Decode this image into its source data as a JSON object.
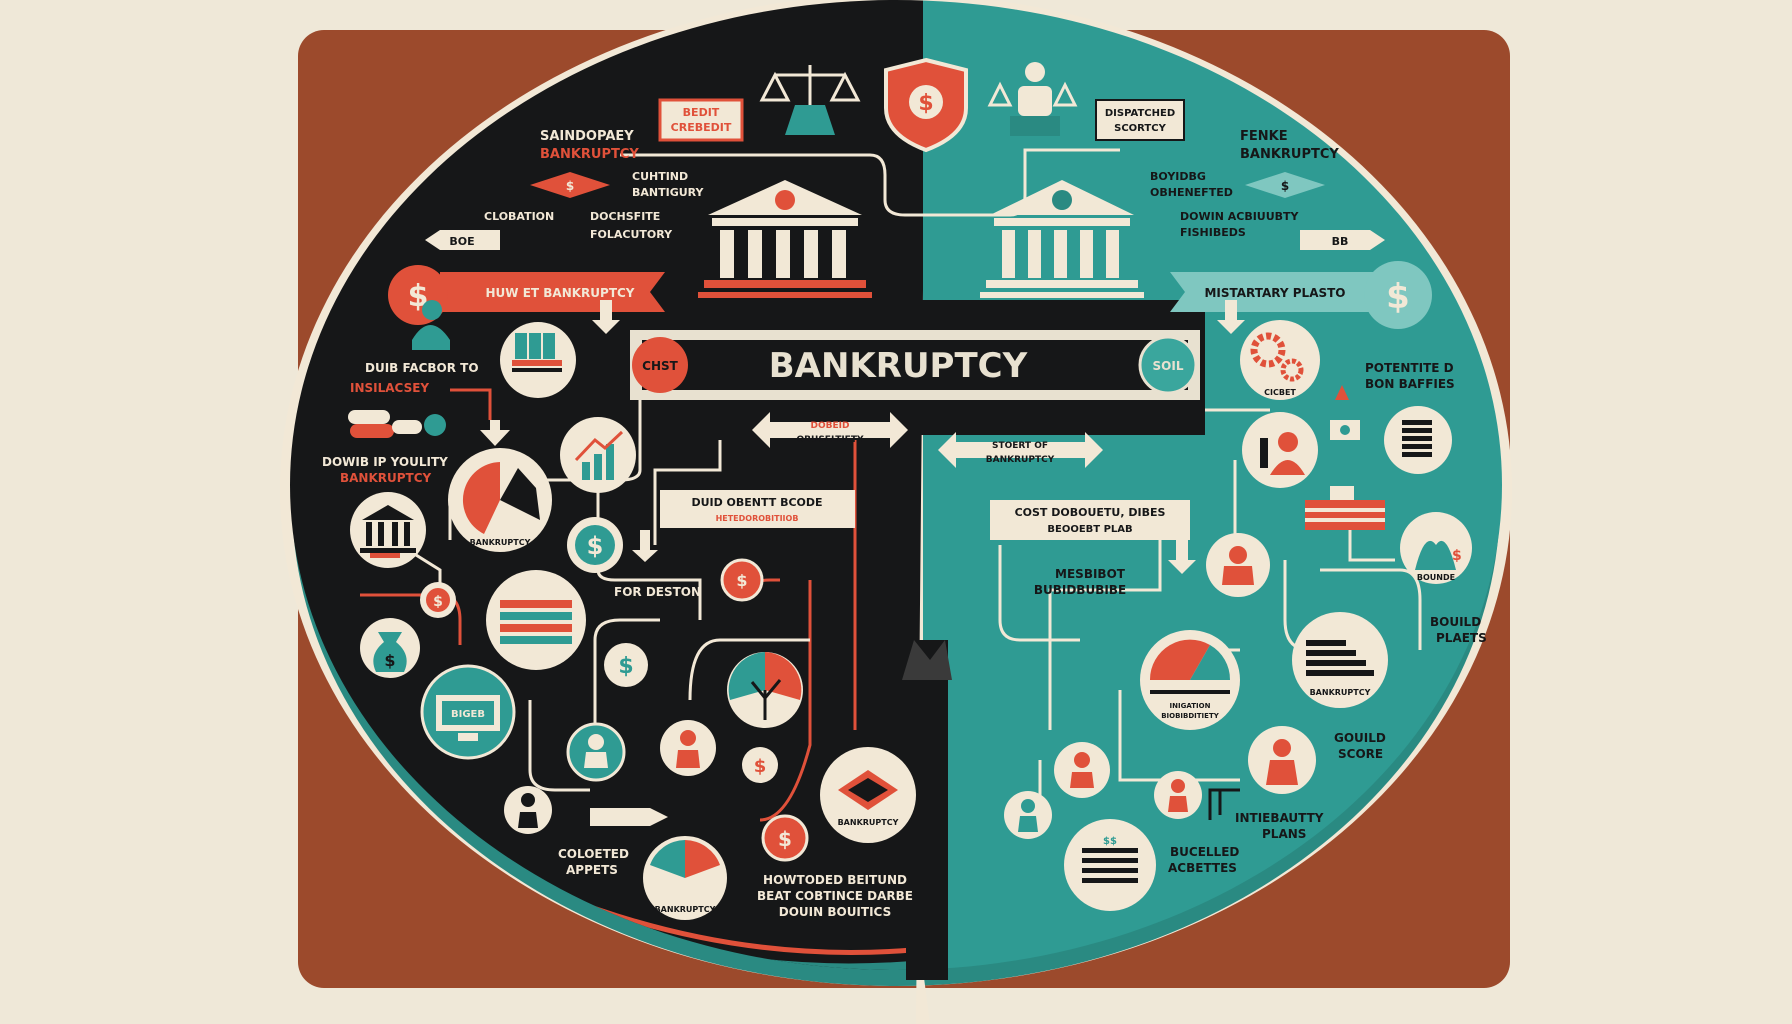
{
  "title": "BANKRUPTCY",
  "colors": {
    "background": "#efe8d8",
    "frame": "#9c4a2c",
    "dark": "#161718",
    "teal": "#2f9b93",
    "red": "#e0513a",
    "cream": "#f2e8d6"
  },
  "center": {
    "left_badge": "CHST",
    "right_badge": "SOIL"
  },
  "left_labels": {
    "credit_box": [
      "BEDIT",
      "CREBEDIT"
    ],
    "header_a": "SAINDOPAEY",
    "header_b": "BANKRUPTCY",
    "chapter_a": "CUHTIND",
    "chapter_b": "BANTIGURY",
    "clobation": "CLOBATION",
    "discipline_a": "DOCHSFITE",
    "discipline_b": "FOLACUTORY",
    "tag_left": "BOE",
    "banner": "HUW ET BANKRUPTCY",
    "side_a": "DUIB FACBOR TO",
    "side_b": "INSILACSEY",
    "cover_a": "DOWIB IP YOULITY",
    "cover_b": "BANKRUPTCY",
    "chart_icon": "BANKRUPTCY",
    "stack_icon": "BANKRUPTCY",
    "gauge_icon": "BANKRUPTCY",
    "arrow_left": [
      "DOBEID",
      "OBUSELTIETY"
    ],
    "note_box": [
      "DUID OBENTT BCODE",
      "HETEDOROBITIIOB"
    ],
    "for_deston": "FOR DESTON",
    "collected_a": "COLOETED",
    "collected_b": "APPETS",
    "footer": [
      "HOWTODED BEITUND",
      "BEAT COBTINCE DARBE",
      "DOUIN BOUITICS"
    ],
    "monitor": "BIGEB"
  },
  "right_labels": {
    "dispatched_box": [
      "DISPATCHED",
      "SCORTCY"
    ],
    "fence_a": "FENKE",
    "fence_b": "BANKRUPTCY",
    "dividend_a": "BOYIDBG",
    "dividend_b": "OBHENEFTED",
    "down_a": "DOWIN ACBIUUBTY",
    "down_b": "FISHIBEDS",
    "tag_right": "BB",
    "banner": "MISTARTARY PLASTO",
    "arrow_right": [
      "STOERT OF",
      "BANKRUPTCY"
    ],
    "note_box": [
      "COST DOBOUETU, DIBES",
      "BEOOEBT PLAB"
    ],
    "mesbot_a": "MESBIBOT",
    "mesbot_b": "BUBIDBUBIBE",
    "potential_a": "POTENTITE D",
    "potential_b": "BON BAFFIES",
    "gear_icon": "CICBET",
    "build_a": "BOUILD",
    "build_b": "PLAETS",
    "guild_a": "GOUILD",
    "guild_b": "SCORE",
    "intense_a": "INTIEBAUTTY",
    "intense_b": "PLANS",
    "buceled_a": "BUCELLED",
    "buceled_b": "ACBETTES",
    "pie_icon": [
      "INIGATION",
      "BIOBIBDITIETY"
    ],
    "steps_icon": "BANKRUPTCY",
    "person_icon": "BOUNDE"
  }
}
